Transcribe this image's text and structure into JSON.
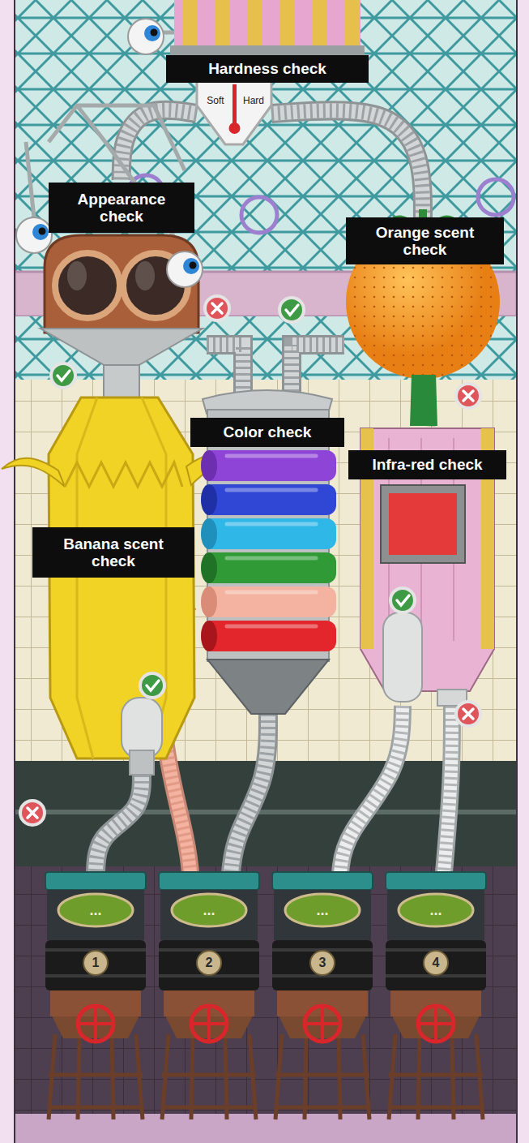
{
  "diagram": {
    "nodes": [
      {
        "text": [
          "Hardness check",
          "Soft",
          "Hard"
        ]
      },
      {
        "text": [
          "Appearance check"
        ]
      },
      {
        "text": [
          "Orange scent check"
        ]
      },
      {
        "text": [
          "Color check"
        ]
      },
      {
        "text": [
          "Infra-red check"
        ]
      },
      {
        "text": [
          "Banana scent check"
        ]
      },
      {
        "text": [
          "...",
          "1"
        ]
      },
      {
        "text": [
          "...",
          "2"
        ]
      },
      {
        "text": [
          "...",
          "3"
        ]
      },
      {
        "text": [
          "...",
          "4"
        ]
      }
    ],
    "edges": [
      {
        "from": 0,
        "to": 1,
        "arrow": "none"
      },
      {
        "from": 0,
        "to": 2,
        "arrow": "none"
      },
      {
        "from": 1,
        "to": 5,
        "arrow": "none"
      },
      {
        "from": 1,
        "to": 3,
        "arrow": "none"
      },
      {
        "from": 2,
        "to": 3,
        "arrow": "none"
      },
      {
        "from": 2,
        "to": 4,
        "arrow": "none"
      },
      {
        "from": 5,
        "to": 6,
        "arrow": "none"
      },
      {
        "from": 3,
        "to": 7,
        "arrow": "none"
      },
      {
        "from": 3,
        "to": 7,
        "arrow": "none"
      },
      {
        "from": 4,
        "to": 8,
        "arrow": "none"
      },
      {
        "from": 4,
        "to": 9,
        "arrow": "none"
      }
    ]
  }
}
